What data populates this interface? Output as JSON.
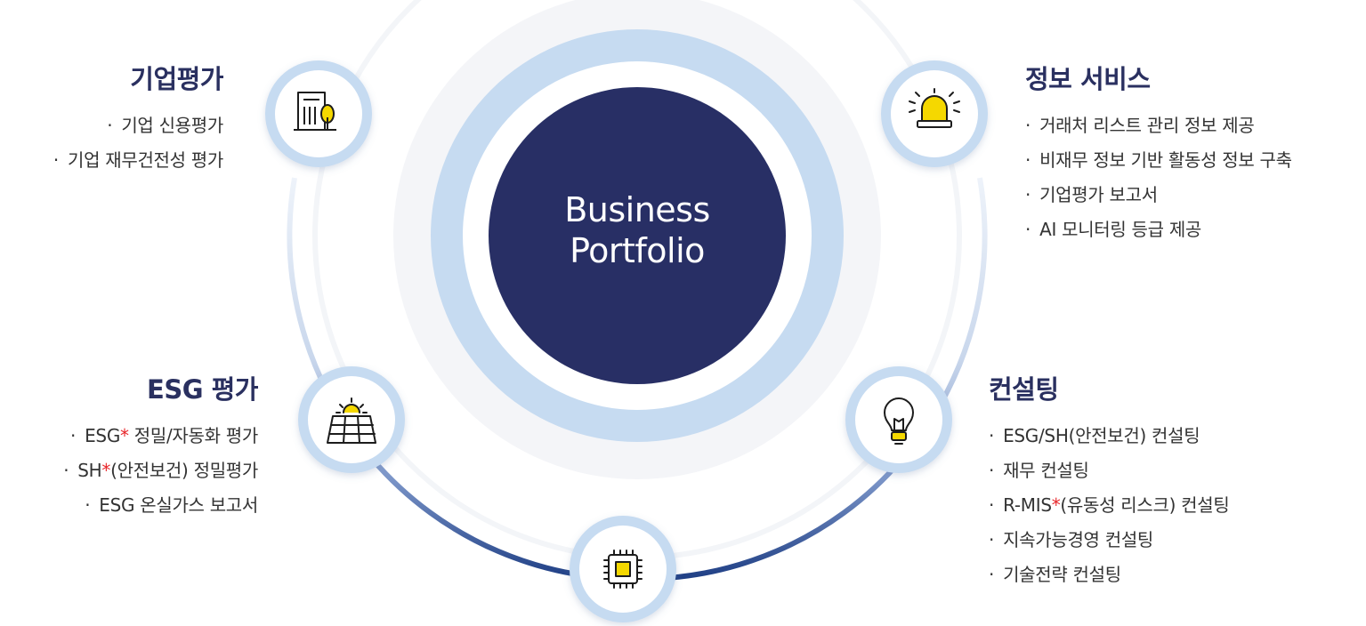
{
  "center": {
    "line1": "Business",
    "line2": "Portfolio"
  },
  "colors": {
    "navy": "#282f65",
    "light_blue": "#c6dbf1",
    "star": "#e8262a",
    "icon_yellow": "#f5d800"
  },
  "sections": {
    "top_left": {
      "title": "기업평가",
      "items": [
        {
          "text": "기업 신용평가"
        },
        {
          "text": "기업 재무건전성 평가"
        }
      ]
    },
    "bottom_left": {
      "title": "ESG 평가",
      "items": [
        {
          "pre": "ESG",
          "star": "*",
          "post": " 정밀/자동화 평가"
        },
        {
          "pre": "SH",
          "star": "*",
          "post": "(안전보건) 정밀평가"
        },
        {
          "pre": "ESG 온실가스 보고서",
          "star": "",
          "post": ""
        }
      ]
    },
    "top_right": {
      "title": "정보 서비스",
      "items": [
        {
          "text": "거래처 리스트 관리 정보 제공"
        },
        {
          "text": "비재무 정보 기반 활동성 정보 구축"
        },
        {
          "text": "기업평가 보고서"
        },
        {
          "text": "AI 모니터링 등급 제공"
        }
      ]
    },
    "bottom_right": {
      "title": "컨설팅",
      "items": [
        {
          "pre": "ESG/SH(안전보건) 컨설팅",
          "star": "",
          "post": ""
        },
        {
          "pre": "재무 컨설팅",
          "star": "",
          "post": ""
        },
        {
          "pre": "R-MIS",
          "star": "*",
          "post": "(유동성 리스크) 컨설팅"
        },
        {
          "pre": "지속가능경영 컨설팅",
          "star": "",
          "post": ""
        },
        {
          "pre": "기술전략 컨설팅",
          "star": "",
          "post": ""
        }
      ]
    }
  },
  "bullet": "·",
  "icons": [
    "building-tree-icon",
    "siren-icon",
    "solar-panel-icon",
    "lightbulb-icon",
    "chip-icon"
  ]
}
